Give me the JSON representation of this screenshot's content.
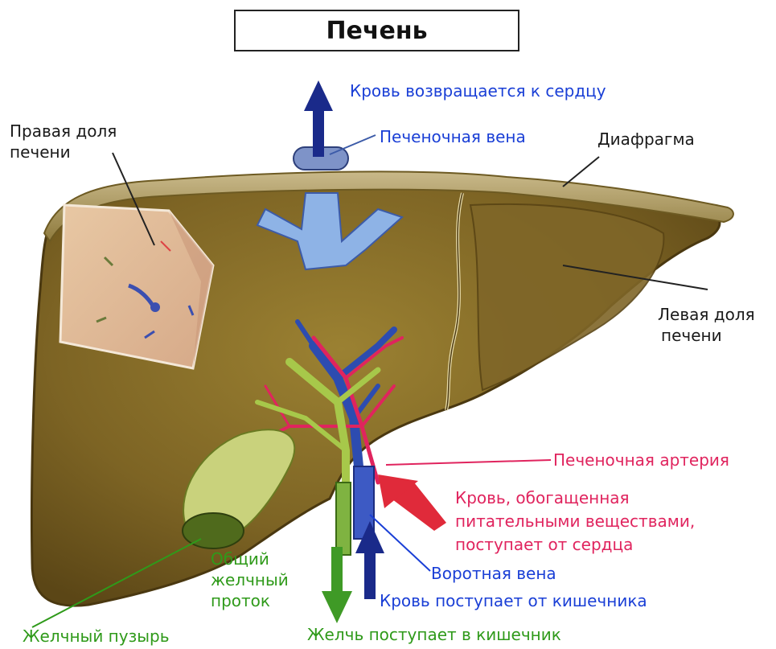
{
  "title": "Печень",
  "colors": {
    "liver": "#7a6222",
    "vein_blue": "#1a3fd6",
    "artery_pink": "#e0245e",
    "bile_green": "#2f9a1a",
    "text_dark": "#1a1a1a"
  },
  "labels": {
    "blood_to_heart": "Кровь возвращается к сердцу",
    "hepatic_vein": "Печеночная вена",
    "diaphragm": "Диафрагма",
    "right_lobe_1": "Правая доля",
    "right_lobe_2": "печени",
    "left_lobe_1": "Левая доля",
    "left_lobe_2": "печени",
    "hepatic_artery": "Печеночная артерия",
    "nutrient_blood_1": "Кровь, обогащенная",
    "nutrient_blood_2": "питательными веществами,",
    "nutrient_blood_3": "поступает от сердца",
    "common_duct_1": "Общий",
    "common_duct_2": "желчный",
    "common_duct_3": "проток",
    "portal_vein": "Воротная вена",
    "blood_from_intestine": "Кровь поступает от кишечника",
    "gallbladder": "Желчный пузырь",
    "bile_to_intestine": "Желчь поступает в кишечник"
  }
}
